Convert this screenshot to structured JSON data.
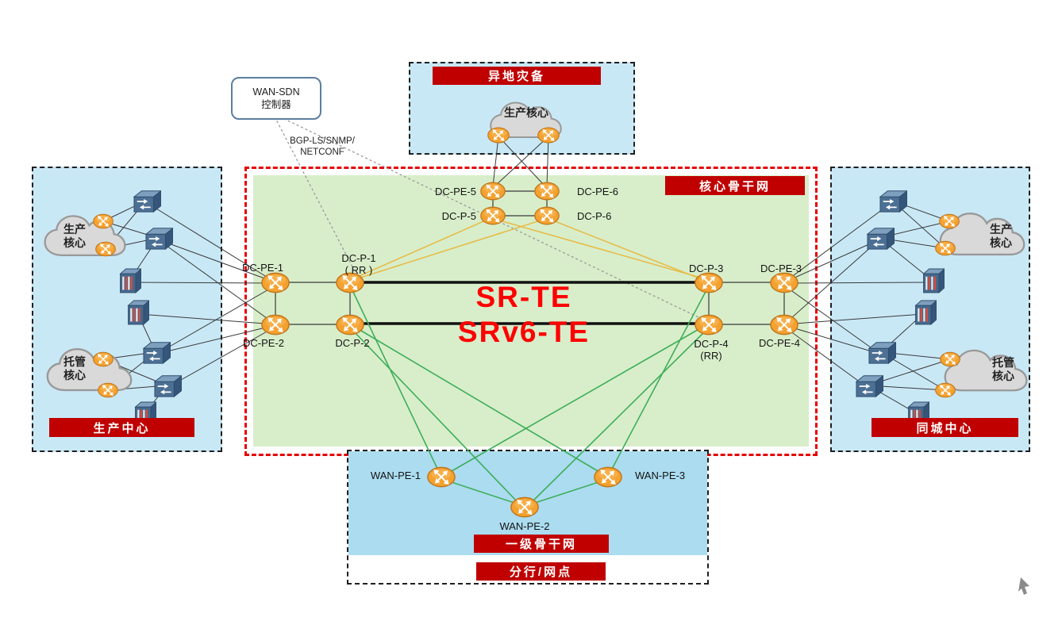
{
  "icons": {
    "router": "orange-globe-arrows-router-icon",
    "switch": "blue-3d-switch-icon",
    "server": "striped-server-box-icon",
    "cloud": "gray-cloud-icon",
    "cursor": "mouse-pointer-icon"
  },
  "colors": {
    "banner_red": "#C00000",
    "overlay_red": "#FF0000",
    "region_blue": "#C9E8F6",
    "bottom_blue": "#ABDCF0",
    "core_green": "#D8EECA",
    "core_border_red": "#E60000",
    "line_black": "#3A3A3A",
    "line_yellow": "#E7BC4B",
    "line_green": "#3FAE5A",
    "router_orange": "#F4A12F",
    "switch_blue": "#4C7094",
    "cloud_gray": "#D9D9D9"
  },
  "controller": {
    "line1": "WAN-SDN",
    "line2": "控制器"
  },
  "protocol": {
    "line1": "BGP-LS/SNMP/",
    "line2": "NETCONF"
  },
  "banners": {
    "disaster_recovery": "异地灾备",
    "core_backbone": "核心骨干网",
    "production_center": "生产中心",
    "city_center": "同城中心",
    "tier1_backbone": "一级骨干网",
    "branch": "分行/网点"
  },
  "overlay": {
    "sr_te": "SR-TE",
    "srv6_te": "SRv6-TE"
  },
  "clouds": {
    "dr": "生产核心",
    "left_top_l1": "生产",
    "left_top_l2": "核心",
    "left_bottom_l1": "托管",
    "left_bottom_l2": "核心",
    "right_top_l1": "生产",
    "right_top_l2": "核心",
    "right_bottom_l1": "托管",
    "right_bottom_l2": "核心"
  },
  "nodes": {
    "dc_pe_1": "DC-PE-1",
    "dc_pe_2": "DC-PE-2",
    "dc_pe_3": "DC-PE-3",
    "dc_pe_4": "DC-PE-4",
    "dc_pe_5": "DC-PE-5",
    "dc_pe_6": "DC-PE-6",
    "dc_p_1": "DC-P-1",
    "dc_p_1_rr": "( RR )",
    "dc_p_2": "DC-P-2",
    "dc_p_3": "DC-P-3",
    "dc_p_4": "DC-P-4",
    "dc_p_4_rr": "(RR)",
    "dc_p_5": "DC-P-5",
    "dc_p_6": "DC-P-6",
    "wan_pe_1": "WAN-PE-1",
    "wan_pe_2": "WAN-PE-2",
    "wan_pe_3": "WAN-PE-3"
  }
}
